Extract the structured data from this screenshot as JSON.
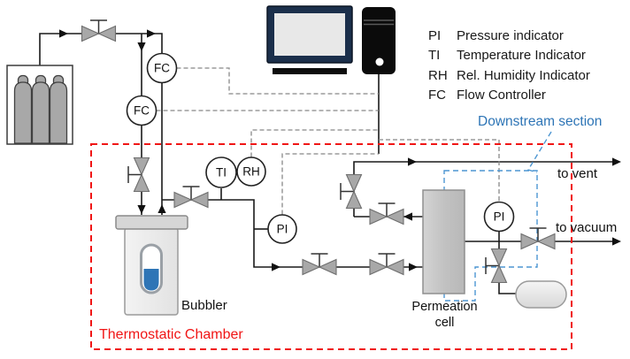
{
  "legend": {
    "items": [
      {
        "abbr": "PI",
        "desc": "Pressure indicator"
      },
      {
        "abbr": "TI",
        "desc": "Temperature Indicator"
      },
      {
        "abbr": "RH",
        "desc": "Rel. Humidity Indicator"
      },
      {
        "abbr": "FC",
        "desc": "Flow Controller"
      }
    ]
  },
  "instruments": {
    "fc_top": "FC",
    "fc_bottom": "FC",
    "ti": "TI",
    "rh": "RH",
    "pi_chamber": "PI",
    "pi_downstream": "PI"
  },
  "labels": {
    "downstream_section": "Downstream section",
    "to_vent": "to vent",
    "to_vacuum": "to vacuum",
    "bubbler": "Bubbler",
    "permeation_cell_line1": "Permeation",
    "permeation_cell_line2": "cell",
    "thermostatic_chamber": "Thermostatic Chamber"
  },
  "colors": {
    "chamber_boundary_red": "#f01515",
    "downstream_boundary_blue": "#4d96d2",
    "downstream_text_blue": "#2e75b6",
    "signal_dashed_gray": "#888888",
    "pipe_black": "#1a1a1a",
    "valve_gray": "#a8a8a8",
    "bubbler_liquid_blue": "#2e75b6"
  }
}
